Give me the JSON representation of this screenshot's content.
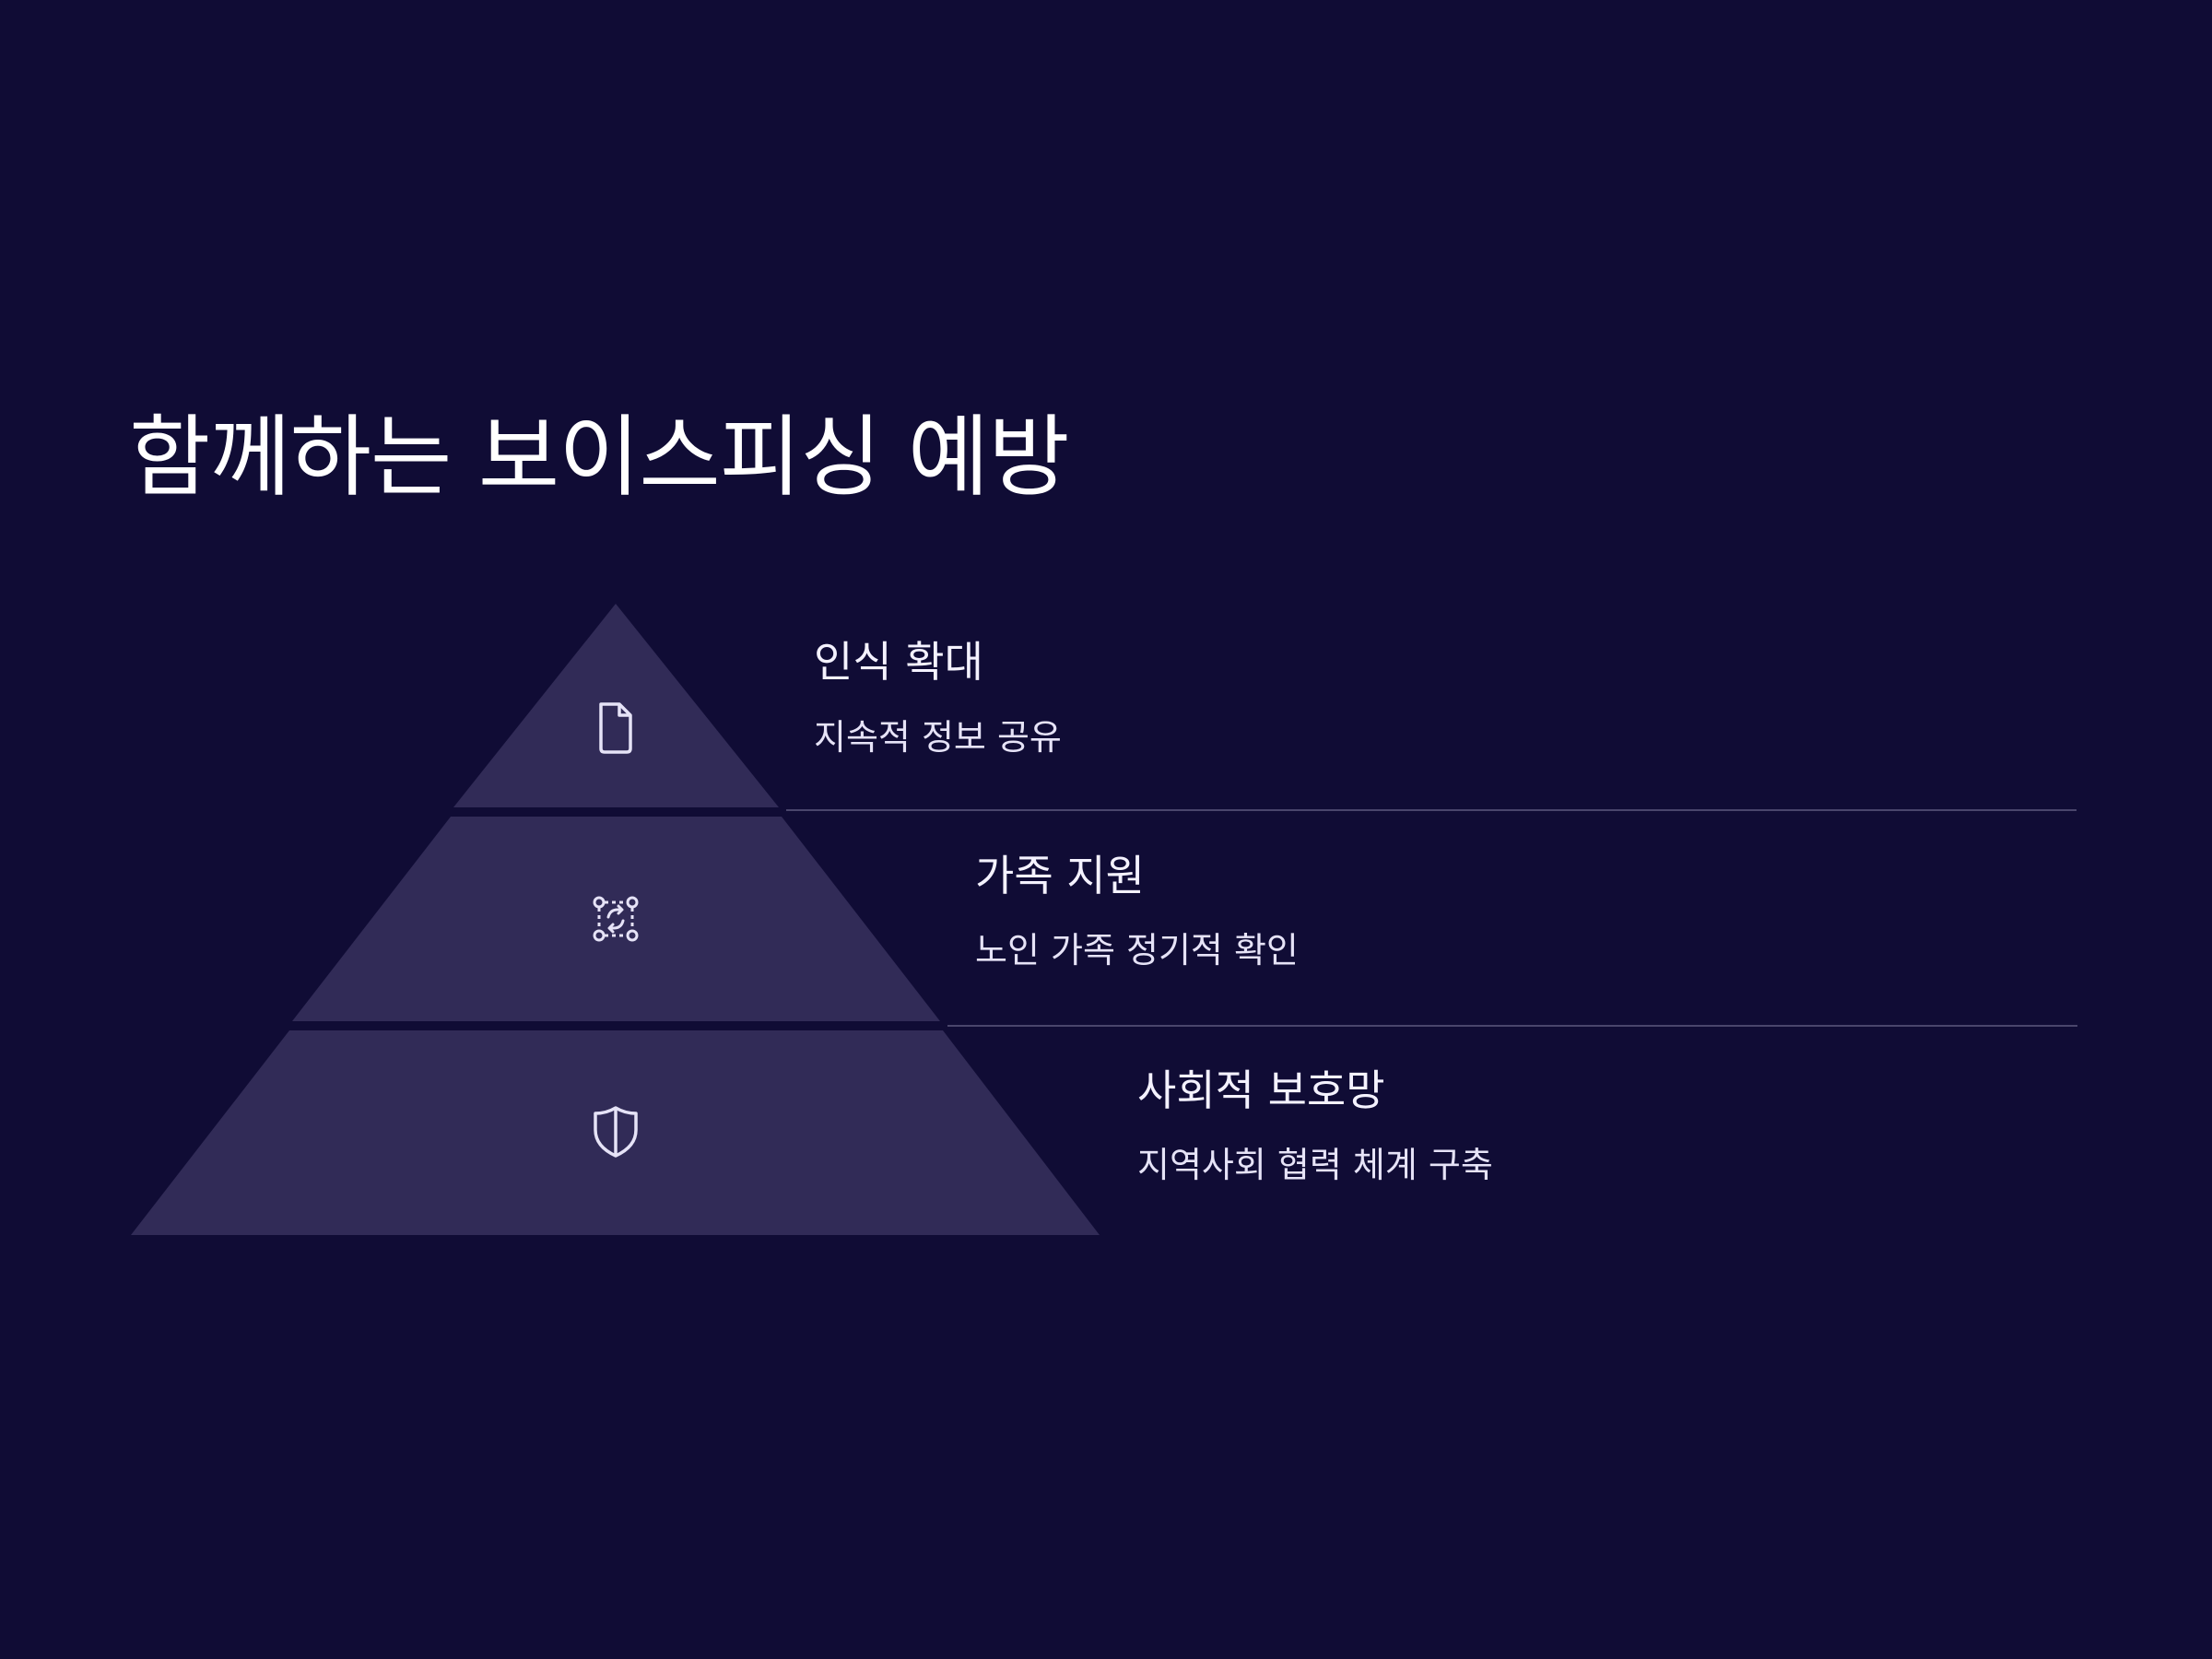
{
  "title": "함께하는 보이스피싱 예방",
  "tiers": [
    {
      "heading": "인식 확대",
      "description": "지속적 정보 공유",
      "icon": "document-icon"
    },
    {
      "heading": "가족 지원",
      "description": "노인 가족 정기적 확인",
      "icon": "refresh-cycle-icon"
    },
    {
      "heading": "사회적 보호망",
      "description": "지역사회 협력 체계 구축",
      "icon": "shield-icon"
    }
  ],
  "colors": {
    "background": "#100c35",
    "tier_fill": "#312b57",
    "rule": "#4a466c",
    "icon_stroke": "#e6e3f7"
  }
}
